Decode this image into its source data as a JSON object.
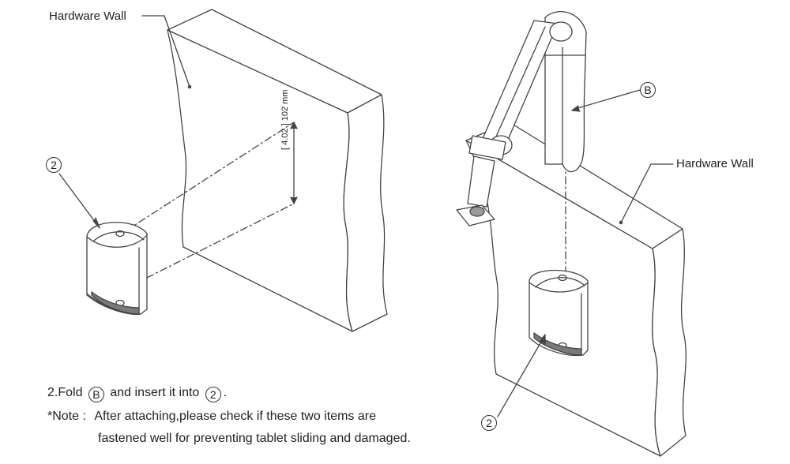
{
  "labels": {
    "hardware_wall_left": "Hardware Wall",
    "hardware_wall_right": "Hardware Wall",
    "callout_2_left": "2",
    "callout_2_right": "2",
    "callout_b": "B"
  },
  "dimension": {
    "inches": "[ 4.02 ]",
    "mm": "102 mm"
  },
  "instructions": {
    "step_prefix": "2.Fold",
    "step_b": "B",
    "step_middle": "and insert it into",
    "step_2": "2",
    "step_suffix": ".",
    "note_prefix": "*Note :",
    "note_line1": "After attaching,please check if these two items are",
    "note_line2": "fastened well for preventing tablet sliding and damaged."
  }
}
